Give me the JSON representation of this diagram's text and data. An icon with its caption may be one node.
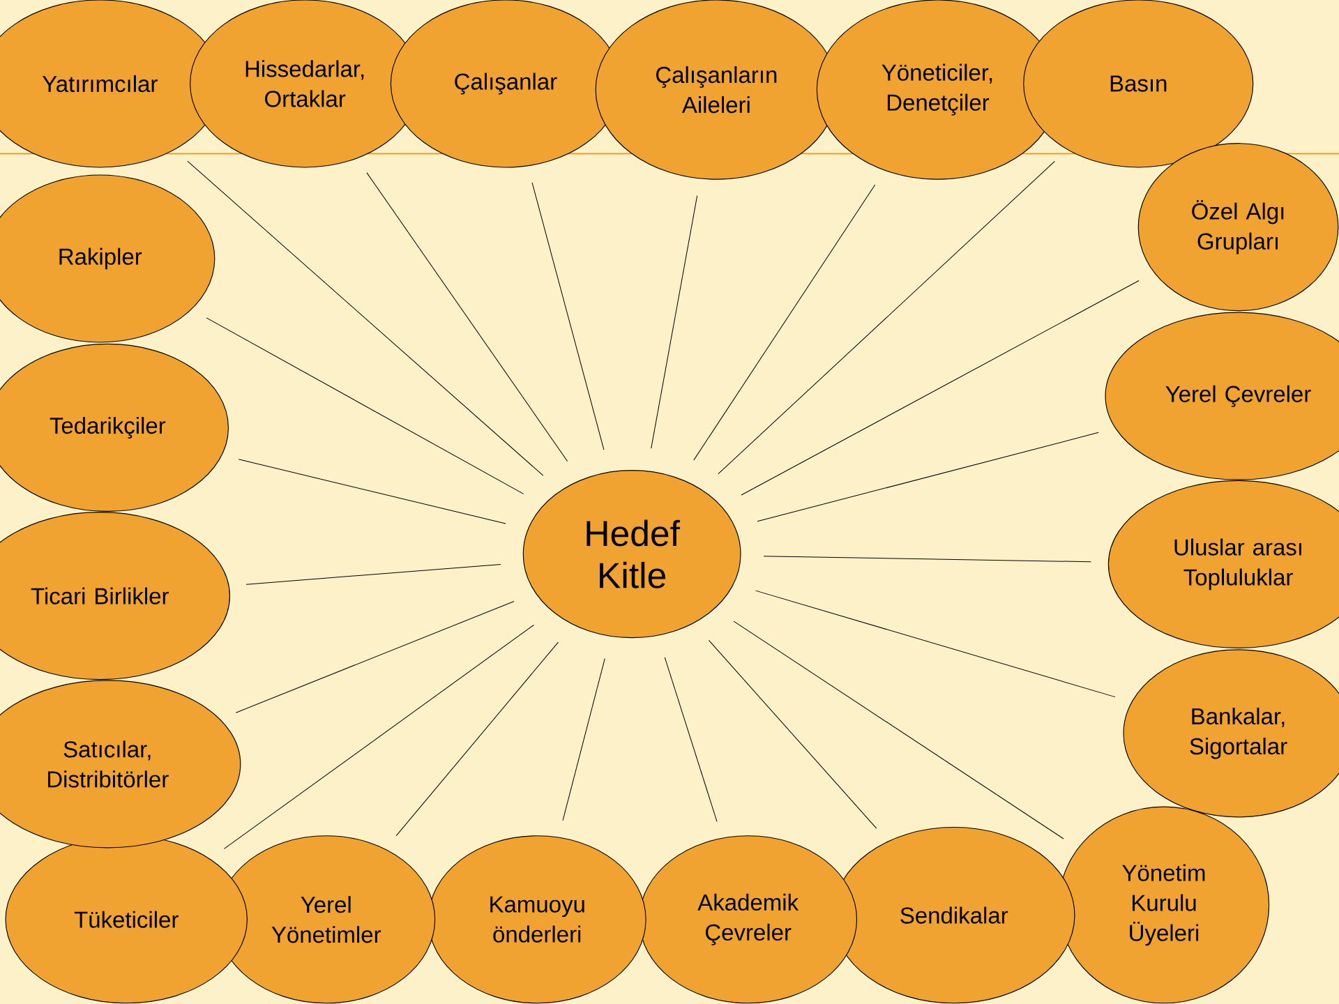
{
  "diagram": {
    "nodes": [
      {
        "text": [
          "Hedef Kitle"
        ]
      },
      {
        "text": [
          "Yatırımcılar"
        ]
      },
      {
        "text": [
          "Hissedarlar, Ortaklar"
        ]
      },
      {
        "text": [
          "Çalışanlar"
        ]
      },
      {
        "text": [
          "Çalışanların Aileleri"
        ]
      },
      {
        "text": [
          "Yöneticiler, Denetçiler"
        ]
      },
      {
        "text": [
          "Basın"
        ]
      },
      {
        "text": [
          "Özel Algı Grupları"
        ]
      },
      {
        "text": [
          "Yerel Çevreler"
        ]
      },
      {
        "text": [
          "Uluslar arası Topluluklar"
        ]
      },
      {
        "text": [
          "Bankalar, Sigortalar"
        ]
      },
      {
        "text": [
          "Yönetim Kurulu Üyeleri"
        ]
      },
      {
        "text": [
          "Sendikalar"
        ]
      },
      {
        "text": [
          "Akademik Çevreler"
        ]
      },
      {
        "text": [
          "Kamuoyu önderleri"
        ]
      },
      {
        "text": [
          "Yerel Yönetimler"
        ]
      },
      {
        "text": [
          "Tüketiciler"
        ]
      },
      {
        "text": [
          "Satıcılar, Distribitörler"
        ]
      },
      {
        "text": [
          "Ticari Birlikler"
        ]
      },
      {
        "text": [
          "Tedarikçiler"
        ]
      },
      {
        "text": [
          "Rakipler"
        ]
      }
    ],
    "edges": [
      {
        "from": 0,
        "to": 1,
        "arrow": "none"
      },
      {
        "from": 0,
        "to": 2,
        "arrow": "none"
      },
      {
        "from": 0,
        "to": 3,
        "arrow": "none"
      },
      {
        "from": 0,
        "to": 4,
        "arrow": "none"
      },
      {
        "from": 0,
        "to": 5,
        "arrow": "none"
      },
      {
        "from": 0,
        "to": 6,
        "arrow": "none"
      },
      {
        "from": 0,
        "to": 7,
        "arrow": "none"
      },
      {
        "from": 0,
        "to": 8,
        "arrow": "none"
      },
      {
        "from": 0,
        "to": 9,
        "arrow": "none"
      },
      {
        "from": 0,
        "to": 10,
        "arrow": "none"
      },
      {
        "from": 0,
        "to": 11,
        "arrow": "none"
      },
      {
        "from": 0,
        "to": 12,
        "arrow": "none"
      },
      {
        "from": 0,
        "to": 13,
        "arrow": "none"
      },
      {
        "from": 0,
        "to": 14,
        "arrow": "none"
      },
      {
        "from": 0,
        "to": 15,
        "arrow": "none"
      },
      {
        "from": 0,
        "to": 16,
        "arrow": "none"
      },
      {
        "from": 0,
        "to": 17,
        "arrow": "none"
      },
      {
        "from": 0,
        "to": 18,
        "arrow": "none"
      },
      {
        "from": 0,
        "to": 19,
        "arrow": "none"
      },
      {
        "from": 0,
        "to": 20,
        "arrow": "none"
      }
    ]
  }
}
